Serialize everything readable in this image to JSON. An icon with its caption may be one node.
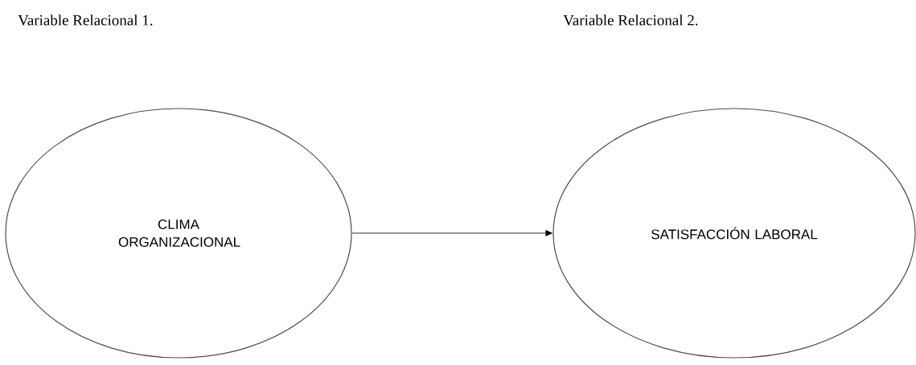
{
  "diagram": {
    "nodes": [
      {
        "text": [
          "CLIMA ORGANIZACIONAL"
        ]
      },
      {
        "text": [
          "SATISFACCIÓN LABORAL"
        ]
      }
    ],
    "edges": [
      {
        "from": 0,
        "to": 1,
        "arrow": "to"
      }
    ],
    "labels": [
      "Variable Relacional 1.",
      "Variable Relacional 2."
    ]
  }
}
